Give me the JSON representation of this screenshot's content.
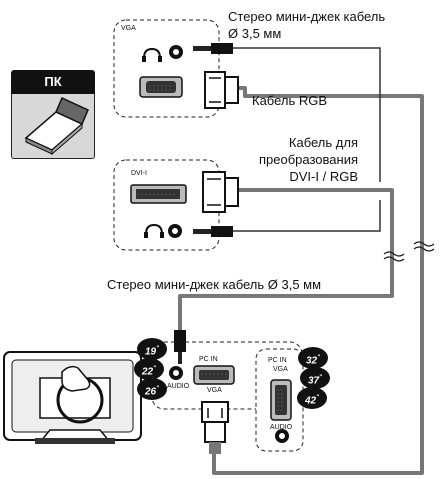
{
  "labels": {
    "stereo_cable_top_line1": "Стерео мини-джек кабель",
    "stereo_cable_top_line2": "Ø 3,5 мм",
    "rgb_cable": "Кабель RGB",
    "dvi_rgb_cable_line1": "Кабель для",
    "dvi_rgb_cable_line2": "преобразования",
    "dvi_rgb_cable_line3": "DVI-I / RGB",
    "stereo_cable_bottom": "Стерео мини-джек кабель Ø 3,5 мм",
    "pc": "ПК",
    "vga_port": "VGA",
    "dvi_port": "DVI-I",
    "pc_in_left": "PC IN",
    "audio_left": "AUDIO",
    "vga_left": "VGA",
    "pc_in_right": "PC IN",
    "vga_right": "VGA",
    "audio_right": "AUDIO"
  },
  "sizes_left": [
    "19",
    "22",
    "26"
  ],
  "sizes_right": [
    "32",
    "37",
    "42"
  ],
  "size_unit": "\""
}
